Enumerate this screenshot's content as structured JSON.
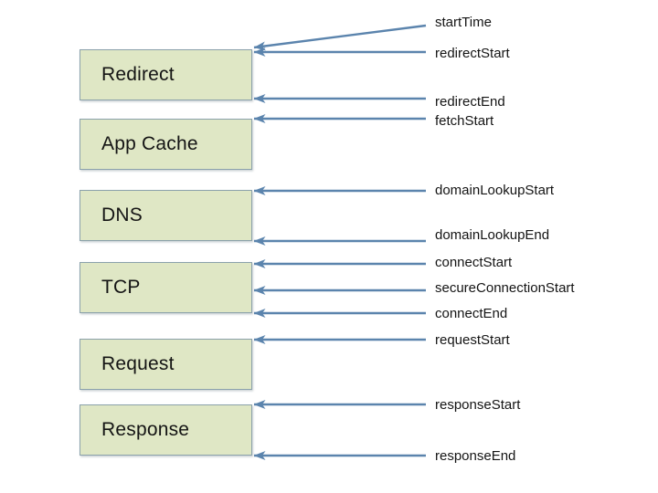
{
  "diagram": {
    "phases": [
      {
        "label": "Redirect"
      },
      {
        "label": "App Cache"
      },
      {
        "label": "DNS"
      },
      {
        "label": "TCP"
      },
      {
        "label": "Request"
      },
      {
        "label": "Response"
      }
    ],
    "events": [
      {
        "label": "startTime"
      },
      {
        "label": "redirectStart"
      },
      {
        "label": "redirectEnd"
      },
      {
        "label": "fetchStart"
      },
      {
        "label": "domainLookupStart"
      },
      {
        "label": "domainLookupEnd"
      },
      {
        "label": "connectStart"
      },
      {
        "label": "secureConnectionStart"
      },
      {
        "label": "connectEnd"
      },
      {
        "label": "requestStart"
      },
      {
        "label": "responseStart"
      },
      {
        "label": "responseEnd"
      }
    ],
    "colors": {
      "background": "#ffffff",
      "box_fill": "#dfe7c5",
      "box_border": "#8ba1ab",
      "arrow": "#5b84ad",
      "text": "#141414"
    }
  }
}
